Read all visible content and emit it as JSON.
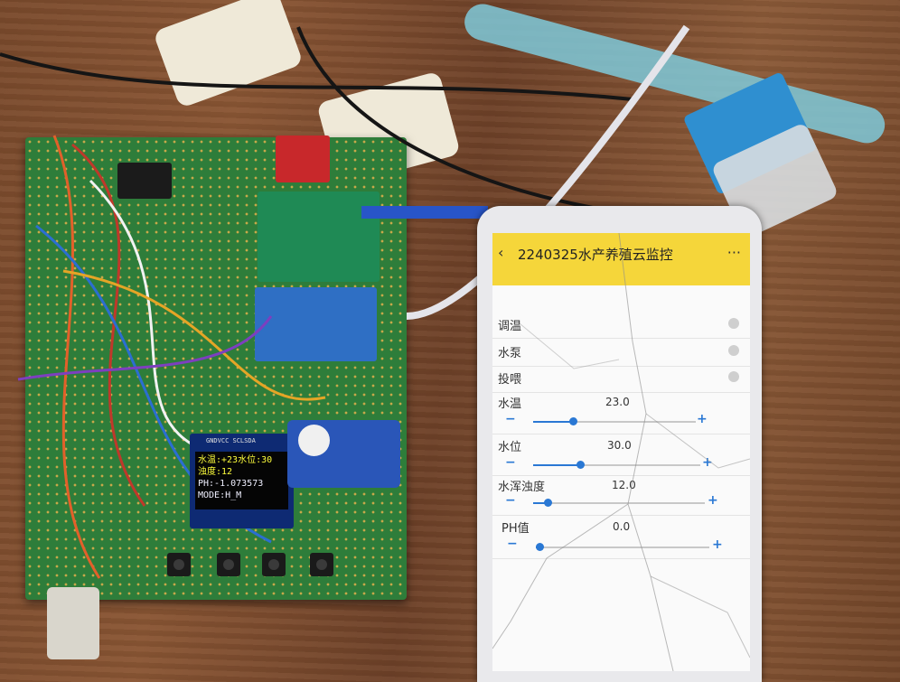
{
  "oled": {
    "line1": "水温:+23水位:30",
    "line2": "浊度:12",
    "line3": "PH:-1.073573",
    "line4": "MODE:H_M",
    "header": "GNDVCC SCLSDA"
  },
  "app": {
    "title": "2240325水产养殖云监控",
    "rows": [
      {
        "label": "调温"
      },
      {
        "label": "水泵"
      },
      {
        "label": "投喂"
      }
    ],
    "sliders": [
      {
        "label": "水温",
        "value": "23.0",
        "level": 0.25
      },
      {
        "label": "水位",
        "value": "30.0",
        "level": 0.33
      },
      {
        "label": "水浑浊度",
        "value": "12.0",
        "level": 0.12
      },
      {
        "label": "PH值",
        "value": "0.0",
        "level": 0.0
      }
    ]
  },
  "colors": {
    "appbar": "#f5d63a",
    "accent": "#2a78d4",
    "oled_text": "#ffff3c",
    "pcb": "#2e7d3a"
  }
}
